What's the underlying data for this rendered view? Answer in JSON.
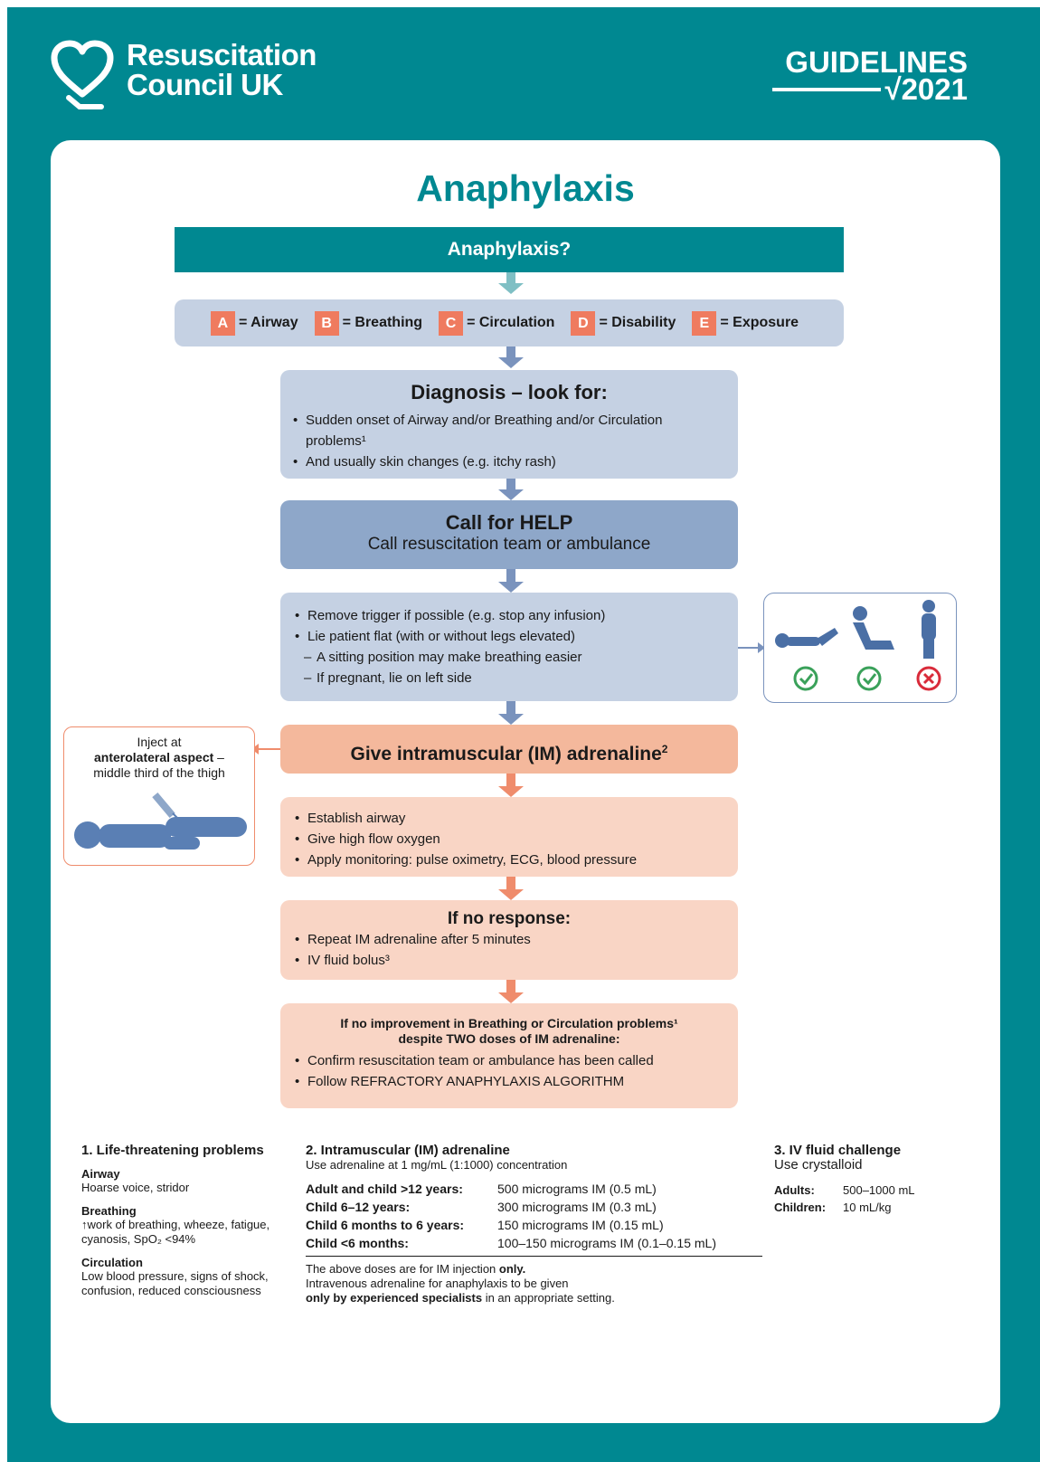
{
  "header": {
    "org_line1": "Resuscitation",
    "org_line2": "Council UK",
    "guidelines_label": "GUIDELINES",
    "guidelines_year": "2021"
  },
  "colors": {
    "teal": "#008891",
    "blue_light": "#c5d1e3",
    "blue_mid": "#8ea7c9",
    "pink_light": "#f9d5c5",
    "pink_mid": "#f4b89c",
    "orange": "#ef7b5f"
  },
  "title": "Anaphylaxis",
  "question": "Anaphylaxis?",
  "abcde": [
    {
      "letter": "A",
      "label": "= Airway"
    },
    {
      "letter": "B",
      "label": "= Breathing"
    },
    {
      "letter": "C",
      "label": "= Circulation"
    },
    {
      "letter": "D",
      "label": "= Disability"
    },
    {
      "letter": "E",
      "label": "= Exposure"
    }
  ],
  "diagnosis": {
    "heading": "Diagnosis – look for:",
    "items": [
      "Sudden onset of Airway and/or Breathing and/or Circulation problems¹",
      "And usually skin changes (e.g. itchy rash)"
    ]
  },
  "help": {
    "heading": "Call for HELP",
    "sub": "Call resuscitation team or ambulance"
  },
  "position": {
    "items": [
      "Remove trigger if possible (e.g. stop any infusion)",
      "Lie patient flat (with or without legs elevated)"
    ],
    "subitems": [
      "A sitting position may make breathing easier",
      "If pregnant, lie on left side"
    ]
  },
  "adrenaline": {
    "heading": "Give intramuscular (IM) adrenaline",
    "sup": "2"
  },
  "inject": {
    "line1": "Inject at",
    "line2_bold": "anterolateral aspect",
    "line2_rest": " –",
    "line3": "middle third of the thigh"
  },
  "support": {
    "items": [
      "Establish airway",
      "Give high flow oxygen",
      "Apply monitoring: pulse oximetry, ECG, blood pressure"
    ]
  },
  "noresponse": {
    "heading": "If no response:",
    "items": [
      "Repeat IM adrenaline after 5 minutes",
      "IV fluid bolus³"
    ]
  },
  "noimprove": {
    "heading1": "If no improvement in Breathing or Circulation problems¹",
    "heading2": "despite TWO doses of IM adrenaline:",
    "items": [
      "Confirm resuscitation team or ambulance has been called",
      "Follow REFRACTORY ANAPHYLAXIS ALGORITHM"
    ]
  },
  "foot1": {
    "heading": "1. Life-threatening problems",
    "airway_h": "Airway",
    "airway_t": "Hoarse voice, stridor",
    "breathing_h": "Breathing",
    "breathing_t": "↑work of breathing, wheeze, fatigue, cyanosis, SpO₂ <94%",
    "circulation_h": "Circulation",
    "circulation_t": "Low blood pressure, signs of shock, confusion, reduced consciousness"
  },
  "foot2": {
    "heading": "2. Intramuscular (IM) adrenaline",
    "sub": "Use adrenaline at 1 mg/mL (1:1000) concentration",
    "rows": [
      {
        "age": "Adult and child >12 years:",
        "dose": "500 micrograms IM (0.5 mL)"
      },
      {
        "age": "Child 6–12 years:",
        "dose": "300 micrograms IM (0.3 mL)"
      },
      {
        "age": "Child 6 months to 6 years:",
        "dose": "150 micrograms IM (0.15 mL)"
      },
      {
        "age": "Child <6 months:",
        "dose": "100–150 micrograms IM (0.1–0.15 mL)"
      }
    ],
    "note1": "The above doses are for IM injection ",
    "note1_bold": "only.",
    "note2": "Intravenous adrenaline for anaphylaxis to be given",
    "note3_bold": "only by experienced specialists",
    "note3_rest": " in an appropriate setting."
  },
  "foot3": {
    "heading": "3. IV fluid challenge",
    "sub": "Use crystalloid",
    "adults_l": "Adults:",
    "adults_v": "500–1000 mL",
    "children_l": "Children:",
    "children_v": "10 mL/kg"
  }
}
